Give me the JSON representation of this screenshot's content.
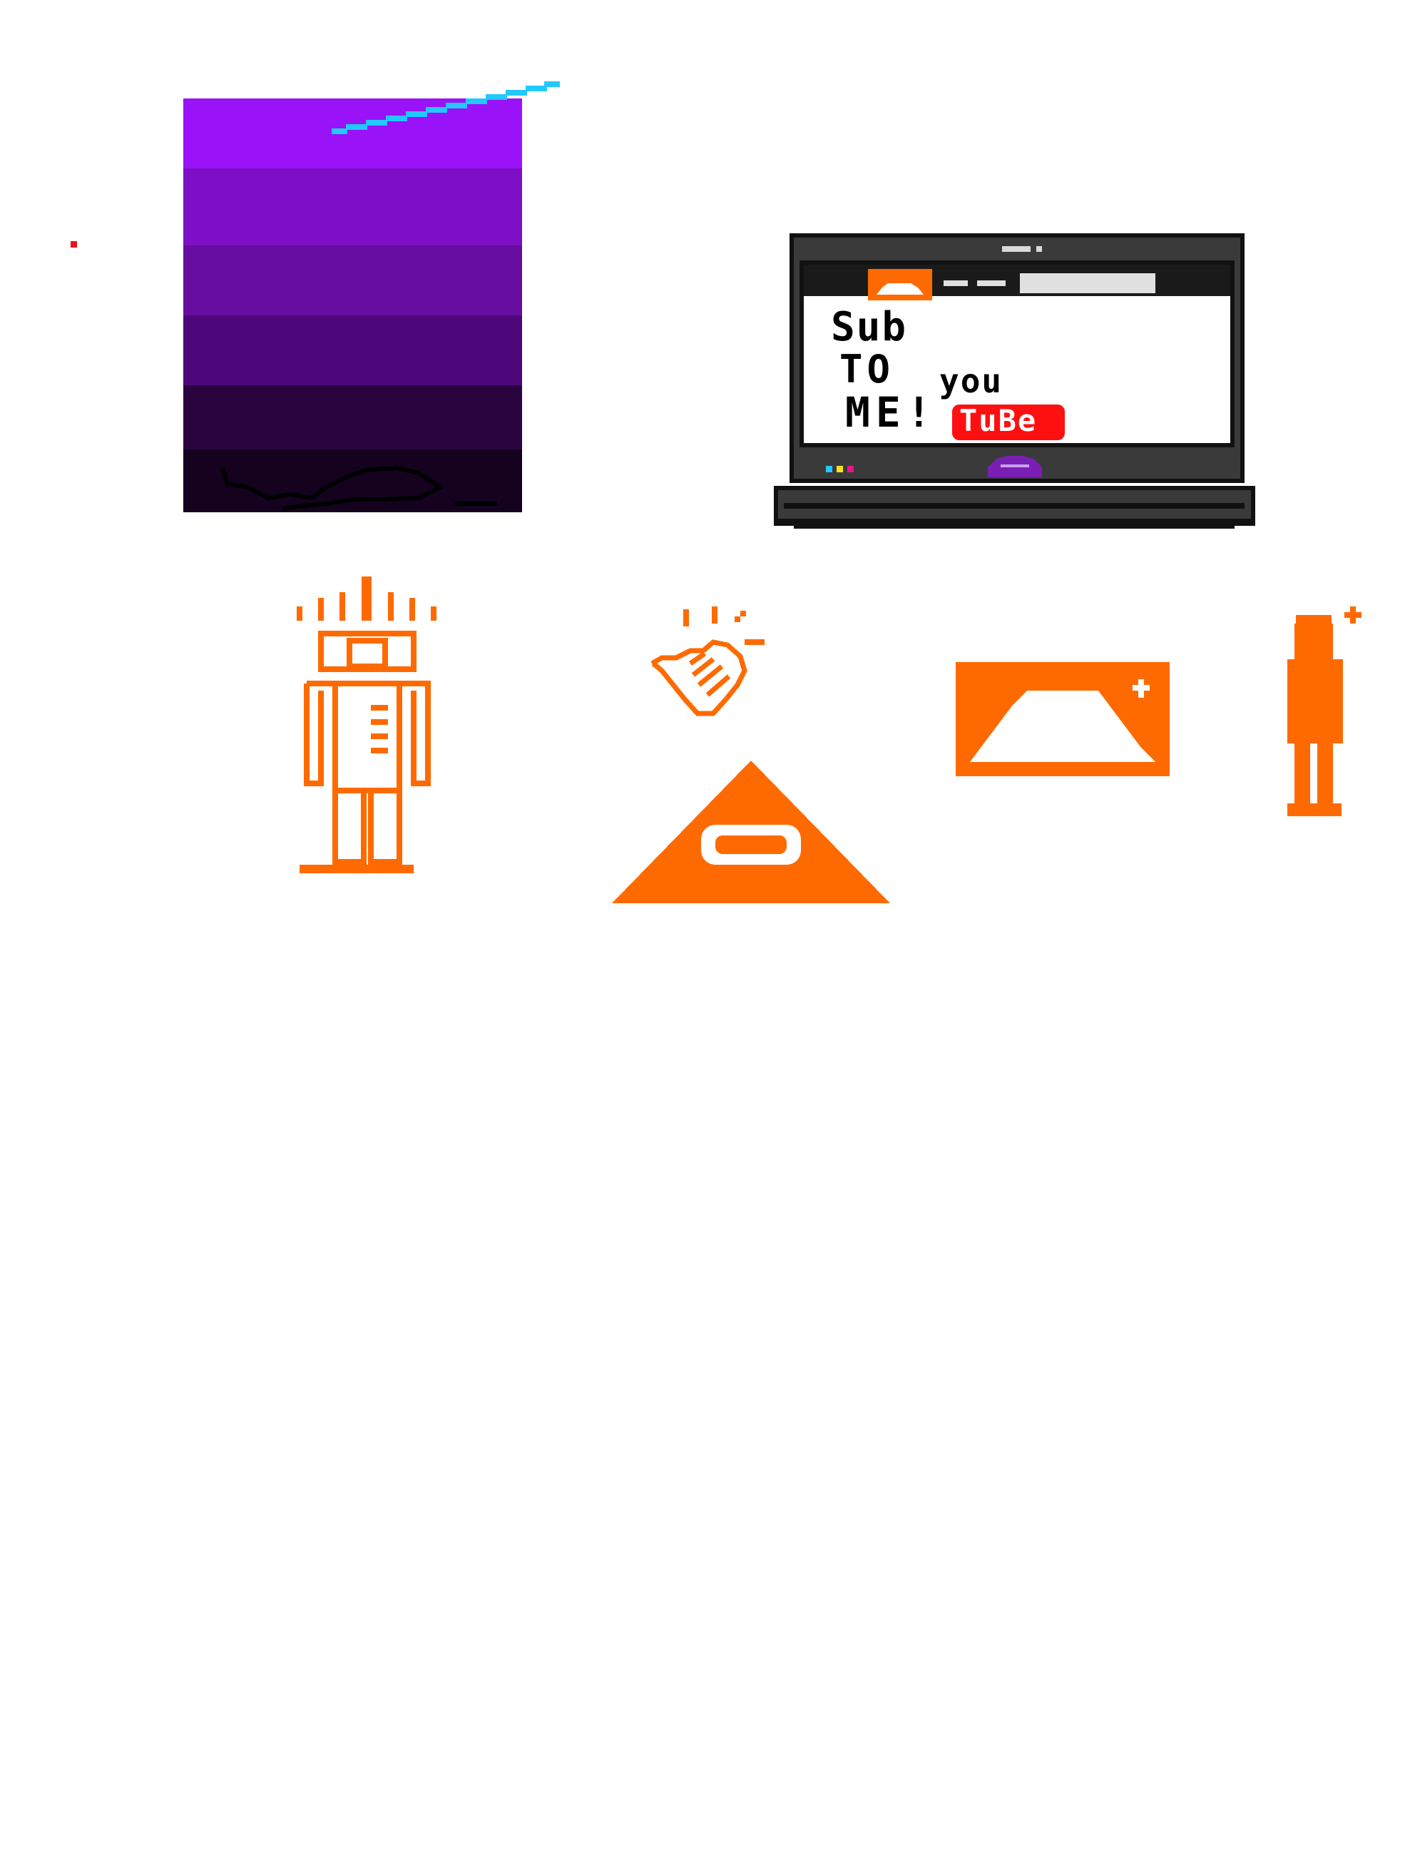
{
  "colors": {
    "background": "#ffffff",
    "purple_bands": [
      "#9a12f7",
      "#7d0fc6",
      "#660c9f",
      "#4d077a",
      "#2a043f",
      "#14021f"
    ],
    "cyan": "#22c8ff",
    "red_dot": "#e8141b",
    "orange": "#ff6a00",
    "laptop_body": "#3a3a3a",
    "laptop_edge": "#111111",
    "tube_red": "#ff1010",
    "purple_bump": "#7a1fb4"
  },
  "laptop": {
    "screen_line1": "Sub",
    "screen_line2": "TO",
    "screen_line3": "ME!",
    "screen_you": "you",
    "screen_tube": "TuBe"
  },
  "icons": {
    "laptop_logo": "cloud-logo-icon",
    "robot": "orange-robot-icon",
    "hand": "clapping-hand-icon",
    "pyramid": "pyramid-icon",
    "cloud_box": "orange-cloud-box-icon",
    "person": "orange-person-plus-icon"
  }
}
